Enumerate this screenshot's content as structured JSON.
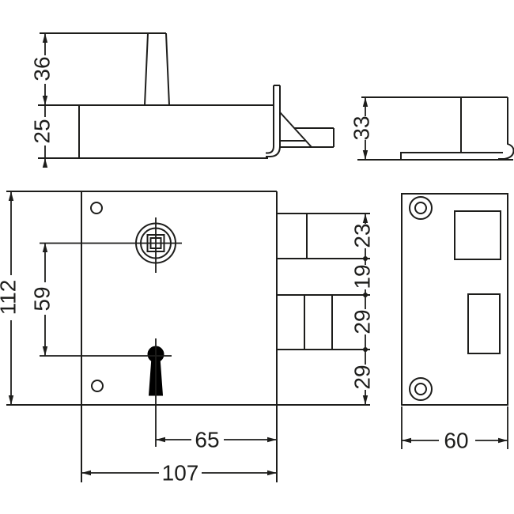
{
  "drawing": {
    "background": "#ffffff",
    "line_color": "#1d1d1b",
    "dims": {
      "knob_height": "36",
      "case_depth": "25",
      "box_depth": "33",
      "body_height": "112",
      "spindle_to_keyhole": "59",
      "latch_height": "23",
      "latch_bolt_gap": "19",
      "bolt_height": "29",
      "bolt_bottom_offset": "29",
      "keyhole_to_edge": "65",
      "body_width": "107",
      "strike_width": "60"
    }
  }
}
